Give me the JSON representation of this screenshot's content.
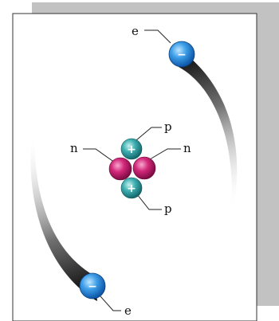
{
  "diagram": {
    "labels": {
      "electron": "e",
      "proton": "p",
      "neutron": "n"
    },
    "particle_symbols": {
      "electron": "−",
      "proton": "+"
    },
    "colors": {
      "electron": "#2e8fe0",
      "proton": "#2a9fa3",
      "neutron": "#c81e6e",
      "shadow": "#c2c2c2",
      "frame": "#333333"
    }
  }
}
